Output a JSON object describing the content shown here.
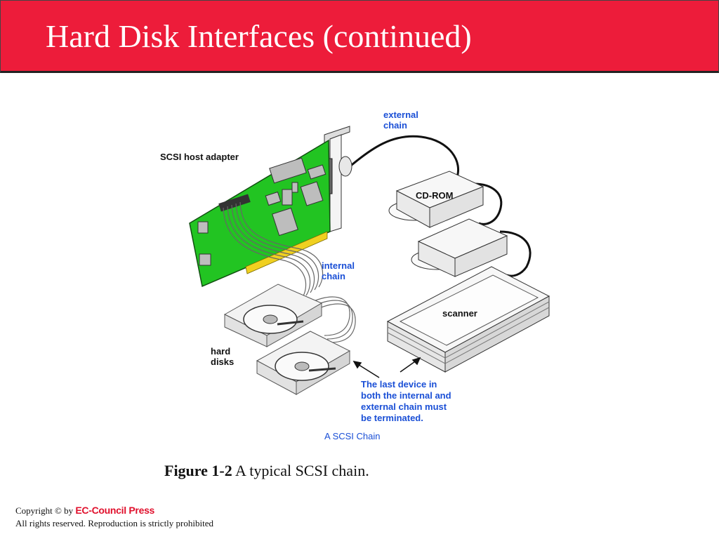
{
  "slide": {
    "title": "Hard Disk Interfaces (continued)",
    "accent_color": "#ed1c3a"
  },
  "diagram": {
    "labels": {
      "host_adapter": "SCSI host adapter",
      "external_chain_1": "external",
      "external_chain_2": "chain",
      "internal_chain_1": "internal",
      "internal_chain_2": "chain",
      "hard_disks_1": "hard",
      "hard_disks_2": "disks",
      "cdrom": "CD-ROM",
      "scanner": "scanner",
      "note_1": "The last device in",
      "note_2": "both the internal and",
      "note_3": "external chain must",
      "note_4": "be terminated.",
      "chain_title": "A SCSI Chain"
    },
    "label_color": "#1a4fd6",
    "board_color": "#22c422"
  },
  "caption": {
    "figure": "Figure 1-2",
    "text": " A typical SCSI chain."
  },
  "footer": {
    "copyright_prefix": "Copyright © by ",
    "brand": "EC-Council Press",
    "rights": "All rights reserved. Reproduction is strictly prohibited"
  }
}
